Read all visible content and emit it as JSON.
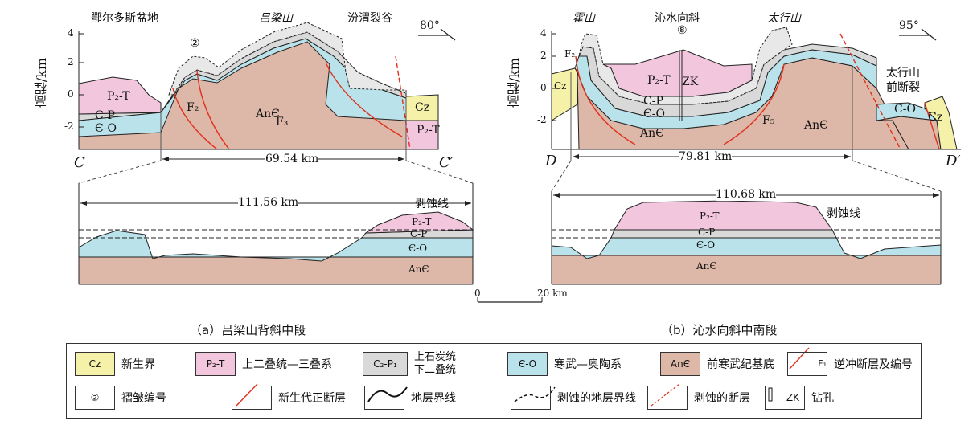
{
  "colors": {
    "cz": "#f6f1a9",
    "p2t": "#f2c7dd",
    "cp": "#d9d9d9",
    "eo": "#b9e2ea",
    "an": "#ddb7a8",
    "fault": "#e0301c"
  },
  "panel_a": {
    "region_ordos": "鄂尔多斯盆地",
    "region_lvliang": "吕梁山",
    "region_fenwei": "汾渭裂谷",
    "dip": "80°",
    "fold_no": "②",
    "y_title": "高程/km",
    "y_ticks": [
      "4",
      "2",
      "0",
      "-2"
    ],
    "unit_p2t": "P₂-T",
    "unit_cp": "C-P",
    "unit_eo": "Є-O",
    "unit_an": "AnЄ",
    "unit_cz": "Cz",
    "unit_p2t_right": "P₂-T",
    "fault_f2": "F₂",
    "fault_f3": "F₃",
    "end_left": "C",
    "end_right": "C′",
    "dist_section": "69.54 km",
    "dist_restored": "111.56 km",
    "erosion_line": "剥蚀线",
    "r_p2t": "P₂-T",
    "r_cp": "C-P",
    "r_eo": "Є-O",
    "r_an": "AnЄ",
    "caption": "（a）吕梁山背斜中段"
  },
  "panel_b": {
    "region_huoshan": "霍山",
    "region_qinshui": "沁水向斜",
    "region_taihang": "太行山",
    "fold_no": "⑧",
    "dip": "95°",
    "y_title": "高程/km",
    "y_ticks": [
      "4",
      "2",
      "0",
      "-2"
    ],
    "fault_f2": "F₂",
    "unit_cz": "Cz",
    "unit_p2t": "P₂-T",
    "borehole": "ZK",
    "unit_cp": "C-P",
    "unit_eo": "Є-O",
    "unit_an_left": "AnЄ",
    "unit_an": "AnЄ",
    "fault_f5": "F₅",
    "front_fault_1": "太行山",
    "front_fault_2": "前断裂",
    "unit_eo_right": "Є-O",
    "unit_cz_right": "Cz",
    "end_left": "D",
    "end_right": "D′",
    "dist_section": "79.81 km",
    "dist_restored": "110.68 km",
    "erosion_line": "剥蚀线",
    "r_p2t": "P₂-T",
    "r_cp": "C-P",
    "r_eo": "Є-O",
    "r_an": "AnЄ",
    "caption": "（b）沁水向斜中南段"
  },
  "scale": {
    "zero": "0",
    "value": "20 km"
  },
  "legend": {
    "cz_sym": "Cz",
    "cz": "新生界",
    "p2t_sym": "P₂-T",
    "p2t": "上二叠统—三叠系",
    "cp_sym": "C₂-P₁",
    "cp_1": "上石炭统—",
    "cp_2": "下二叠统",
    "eo_sym": "Є-O",
    "eo": "寒武—奥陶系",
    "an_sym": "AnЄ",
    "an": "前寒武纪基底",
    "thrust": "逆冲断层及编号",
    "thrust_sym": "F₁",
    "fold_sym": "②",
    "fold": "褶皱编号",
    "normal": "新生代正断层",
    "boundary": "地层界线",
    "eroded_boundary": "剥蚀的地层界线",
    "eroded_fault": "剥蚀的断层",
    "zk_sym": "ZK",
    "zk": "钻孔"
  }
}
